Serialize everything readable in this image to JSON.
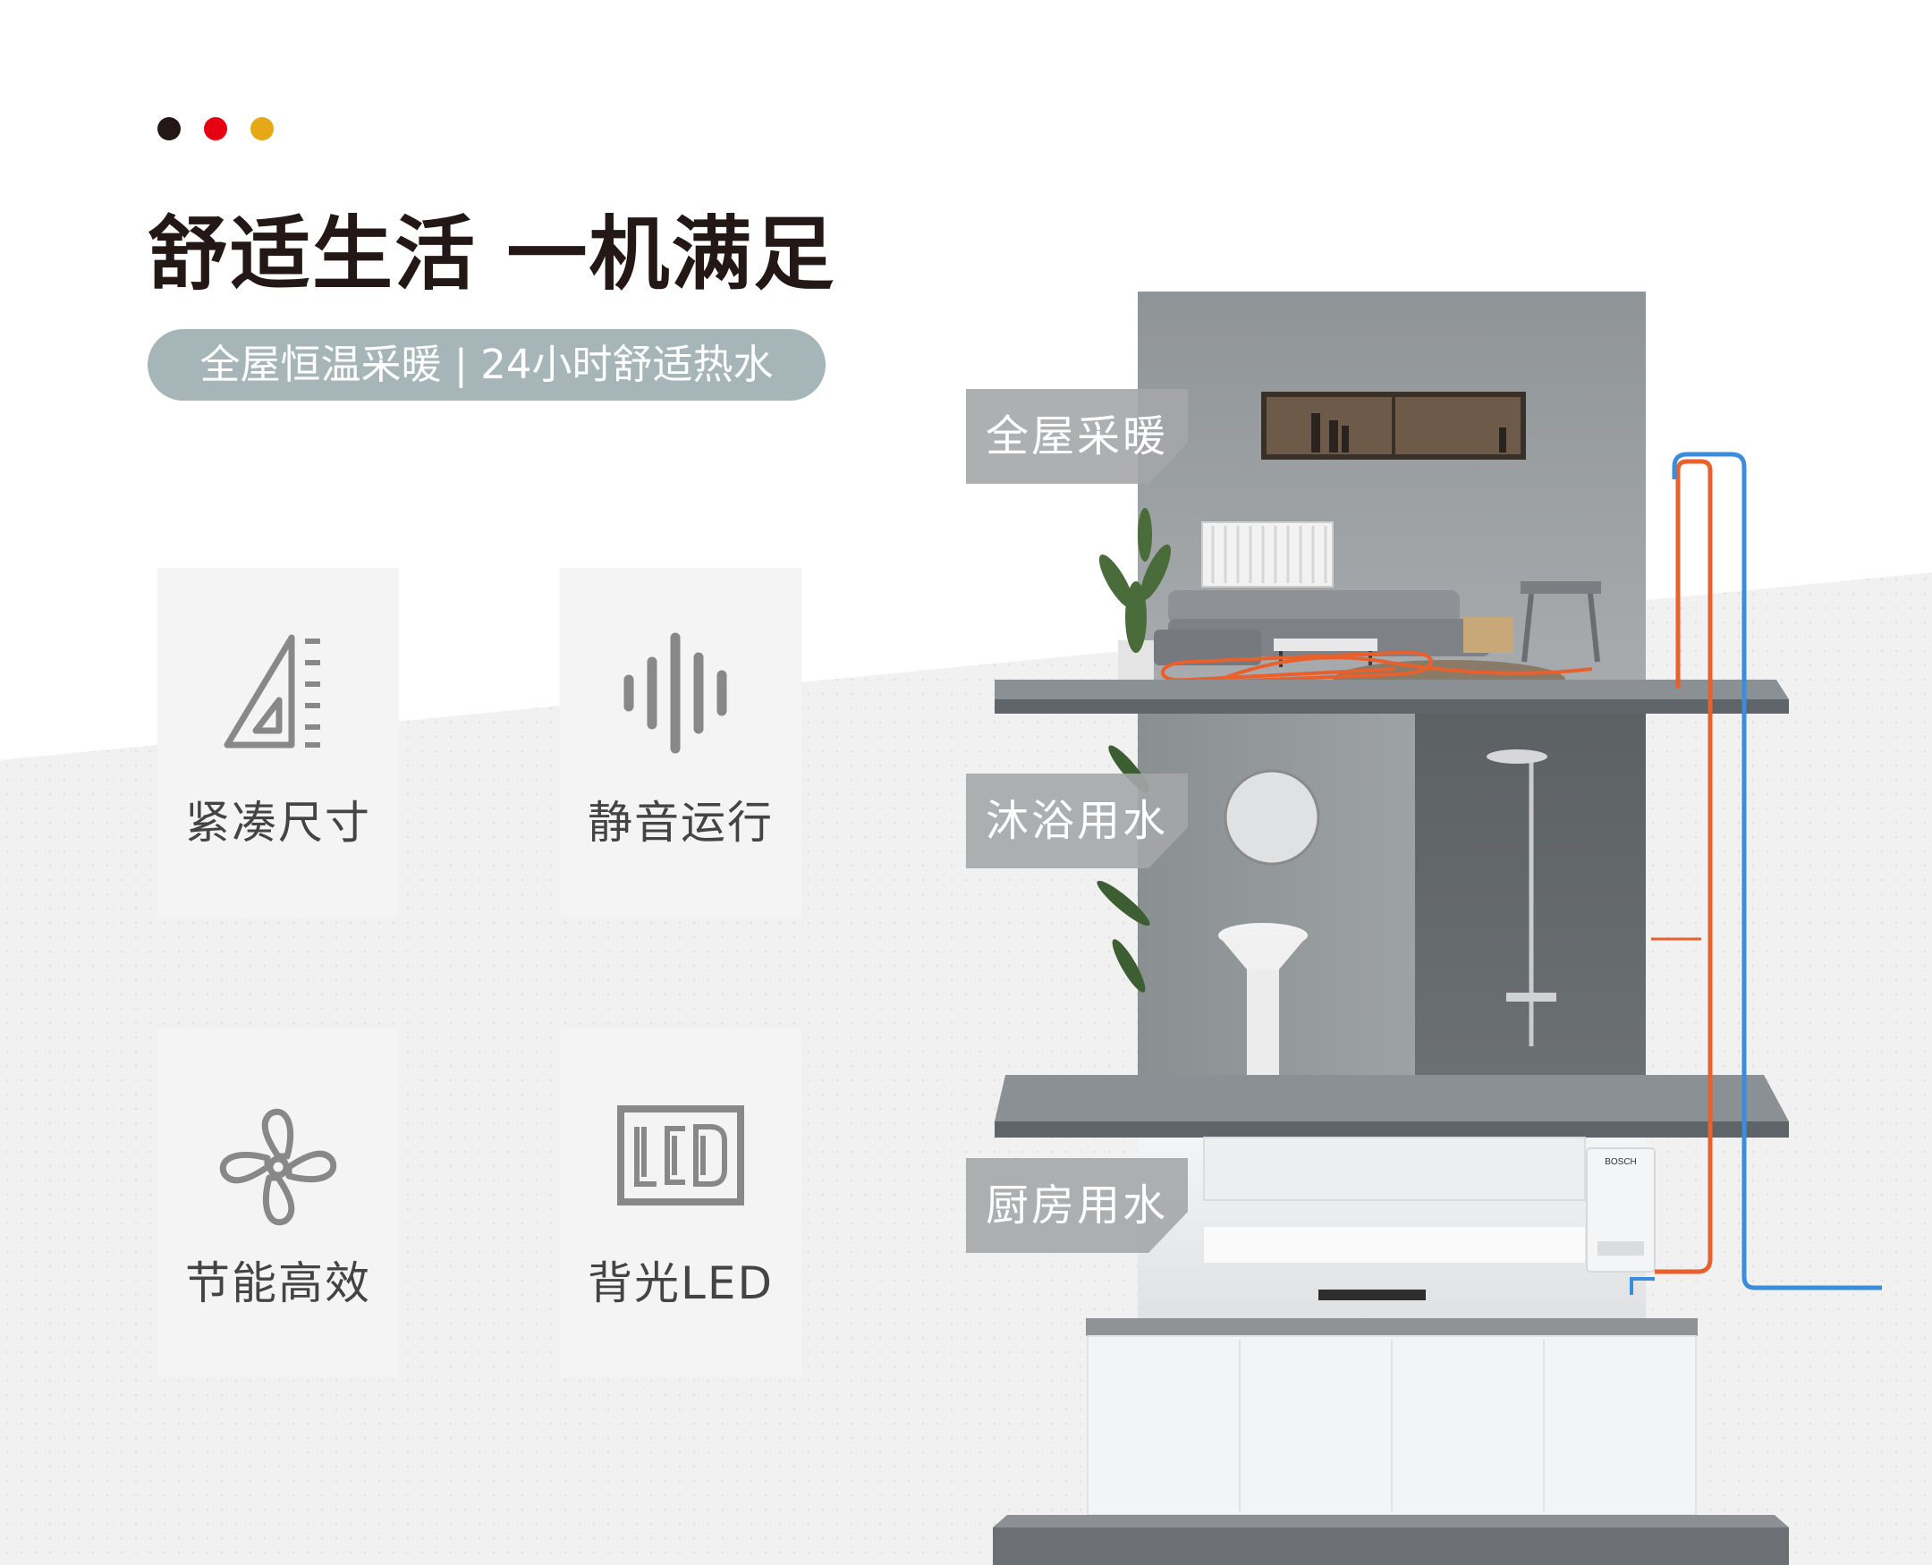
{
  "header": {
    "dots": [
      "#231815",
      "#e60012",
      "#e6a817"
    ],
    "title": "舒适生活 一机满足",
    "subtitle": "全屋恒温采暖 | 24小时舒适热水"
  },
  "features": [
    {
      "label": "紧凑尺寸",
      "icon": "triangle-ruler-icon"
    },
    {
      "label": "静音运行",
      "icon": "sound-wave-icon"
    },
    {
      "label": "节能高效",
      "icon": "fan-icon"
    },
    {
      "label": "背光LED",
      "icon": "lcd-icon"
    }
  ],
  "house": {
    "tags": [
      "全屋采暖",
      "沐浴用水",
      "厨房用水"
    ],
    "appliance_brand": "BOSCH"
  },
  "colors": {
    "hot_pipe": "#e8602c",
    "cold_pipe": "#3a8ddc",
    "pill": "#a5b5b8",
    "title": "#231815"
  }
}
